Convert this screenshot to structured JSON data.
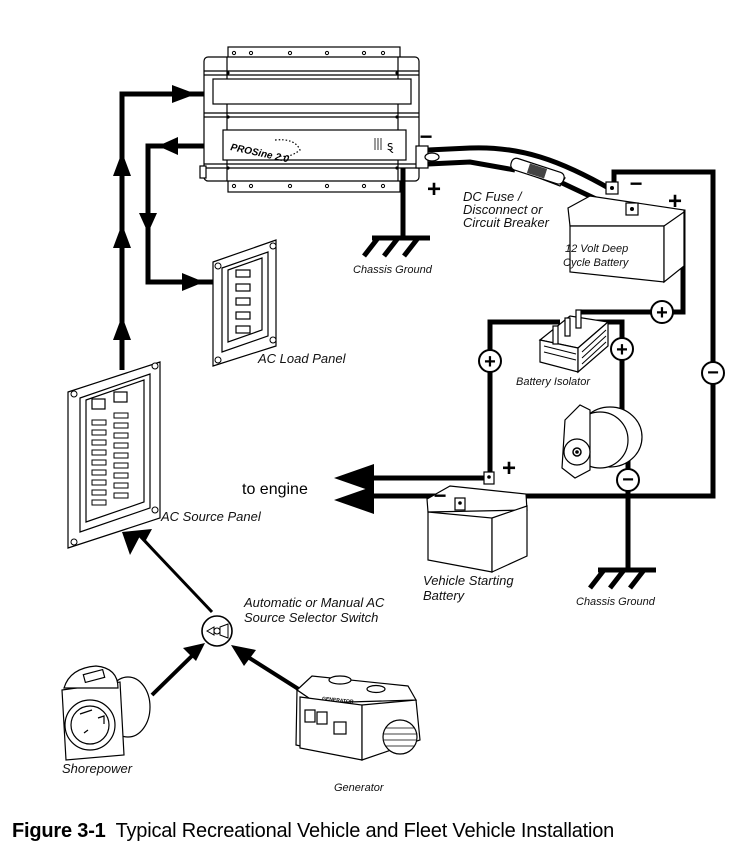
{
  "figure": {
    "number": "Figure 3-1",
    "title": "Typical Recreational Vehicle and Fleet Vehicle Installation"
  },
  "components": {
    "inverter": {
      "brand": "PROSine 2.0"
    },
    "dc_fuse": {
      "label_lines": [
        "DC Fuse /",
        "Disconnect or",
        "Circuit Breaker"
      ]
    },
    "deep_cycle_battery": {
      "label_lines": [
        "12 Volt Deep",
        "Cycle Battery"
      ]
    },
    "chassis_ground_top": {
      "label": "Chassis Ground"
    },
    "chassis_ground_bottom": {
      "label": "Chassis Ground"
    },
    "ac_load_panel": {
      "label": "AC Load Panel"
    },
    "battery_isolator": {
      "label": "Battery Isolator"
    },
    "ac_source_panel": {
      "label": "AC Source Panel"
    },
    "to_engine": {
      "label": "to engine"
    },
    "starting_battery": {
      "label_lines": [
        "Vehicle Starting",
        "Battery"
      ]
    },
    "selector_switch": {
      "label_lines": [
        "Automatic or Manual AC",
        "Source Selector Switch"
      ]
    },
    "shorepower": {
      "label": "Shorepower"
    },
    "generator": {
      "label": "Generator",
      "panel_text": "GENERATOR"
    }
  },
  "polarity": {
    "plus": "+",
    "minus": "−"
  }
}
